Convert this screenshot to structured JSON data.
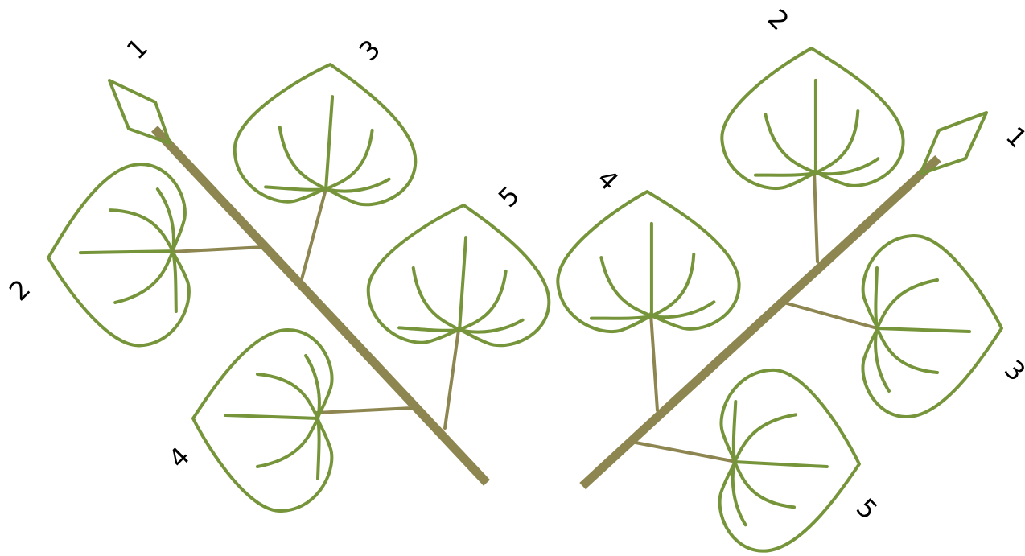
{
  "colors": {
    "leaf": "#76953a",
    "stem": "#8d8650",
    "label": "#000000",
    "background": "#ffffff"
  },
  "left_branch": {
    "labels": [
      "1",
      "2",
      "3",
      "4",
      "5"
    ]
  },
  "right_branch": {
    "labels": [
      "1",
      "2",
      "3",
      "4",
      "5"
    ]
  }
}
